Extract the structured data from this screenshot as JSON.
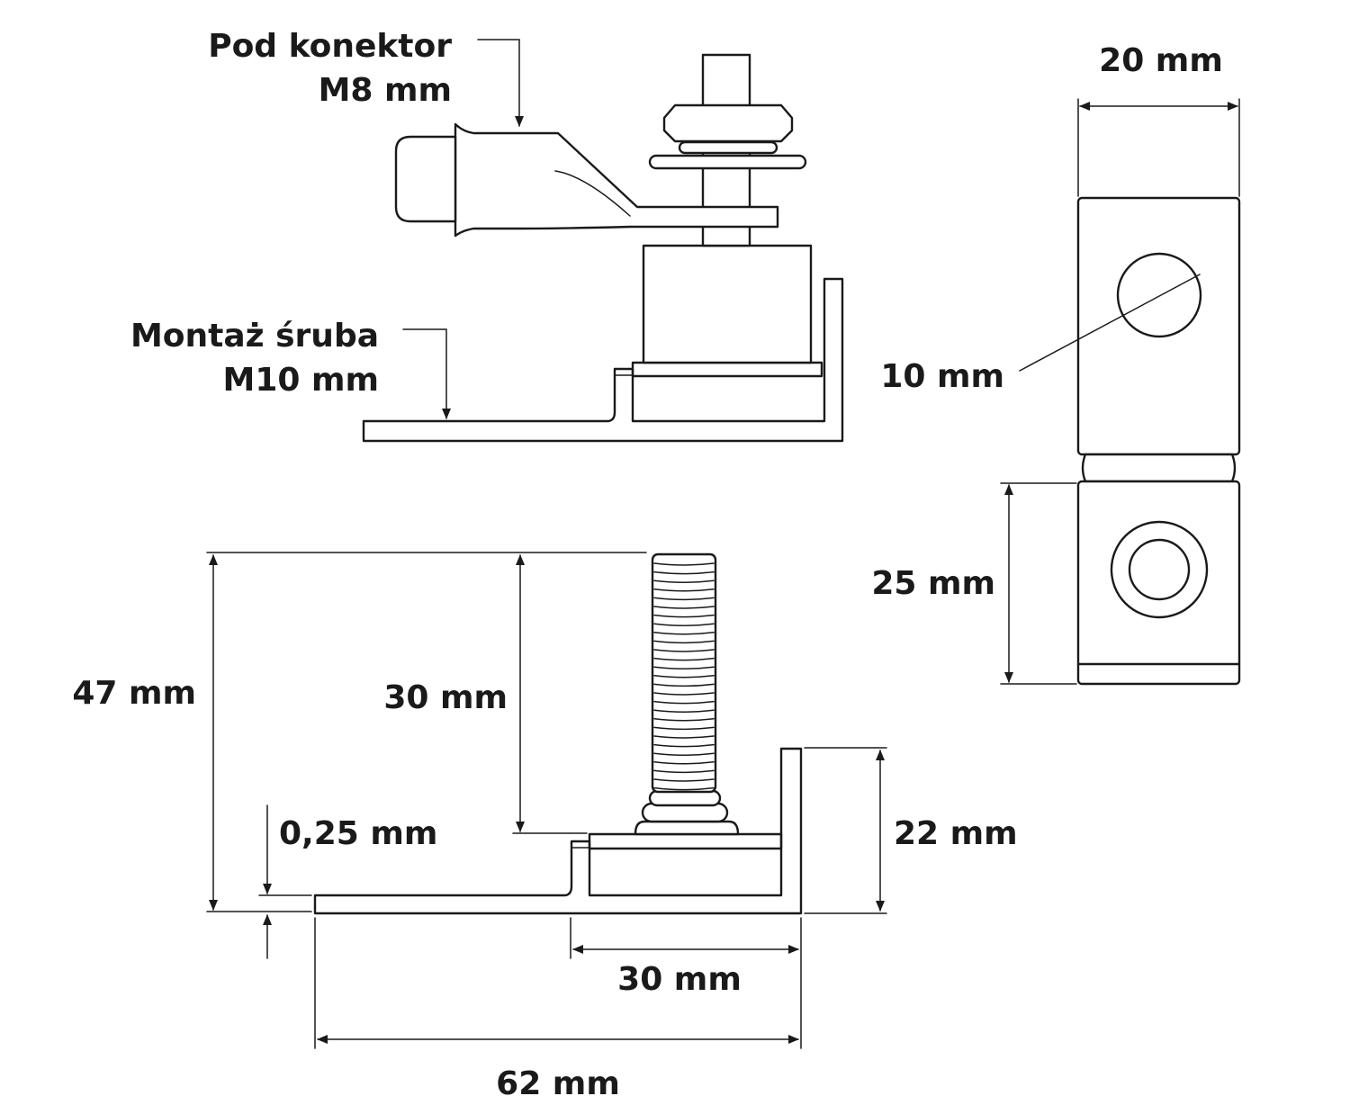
{
  "labels": {
    "connector_line1": "Pod konektor",
    "connector_line2": "M8 mm",
    "mount_line1": "Montaż śruba",
    "mount_line2": "M10 mm",
    "width_top": "20 mm",
    "hole_diameter": "10 mm",
    "block_height": "25 mm",
    "total_height": "47 mm",
    "bolt_length": "30 mm",
    "thickness": "0,25 mm",
    "bracket_height": "22 mm",
    "step_length": "30 mm",
    "total_length": "62 mm"
  }
}
